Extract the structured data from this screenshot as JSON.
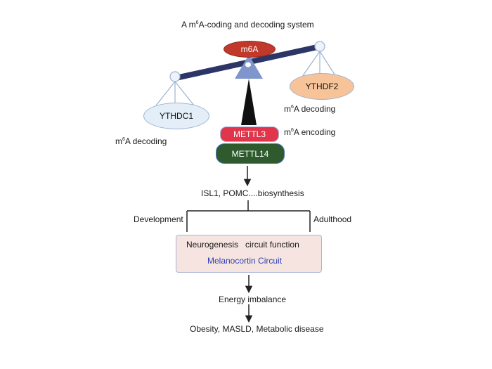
{
  "title": {
    "pre": "A m",
    "sup": "6",
    "post": "A-coding and decoding system"
  },
  "scale": {
    "top_label": "m6A",
    "left_pan_label": "YTHDC1",
    "right_pan_label": "YTHDF2"
  },
  "labels": {
    "decoding_right": {
      "pre": "m",
      "sup": "6",
      "post": "A decoding"
    },
    "decoding_left": {
      "pre": "m",
      "sup": "6",
      "post": "A decoding"
    },
    "encoding": {
      "pre": "m",
      "sup": "6",
      "post": "A encoding"
    }
  },
  "enzymes": {
    "mettl3": "METTL3",
    "mettl14": "METTL14"
  },
  "flow": {
    "biosynthesis": "ISL1, POMC....biosynthesis",
    "development": "Development",
    "adulthood": "Adulthood",
    "box_line1": "Neurogenesis   circuit function",
    "box_line2": "Melanocortin Circuit",
    "energy": "Energy imbalance",
    "outcome": "Obesity, MASLD, Metabolic disease"
  },
  "colors": {
    "beam": "#2b3566",
    "m6a_fill": "#c0392b",
    "pivot": "#7f96cc",
    "stand": "#111111",
    "ythdc1_fill": "#e3eef8",
    "ythdf2_fill": "#f7c49a",
    "mettl3_fill": "#e0354a",
    "mettl14_fill": "#2e5a2e",
    "melanocortin_text": "#2f3fb5"
  }
}
